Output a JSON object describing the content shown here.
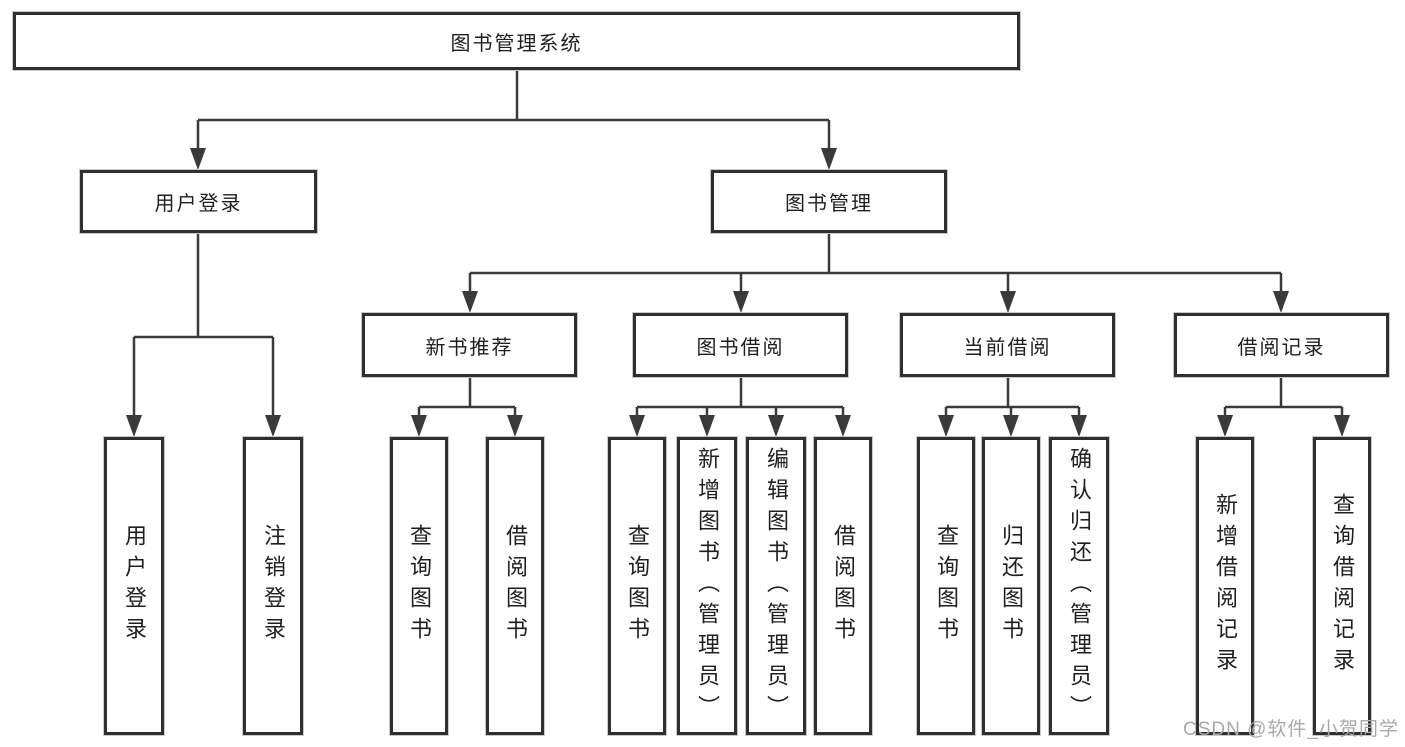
{
  "tree": {
    "root": "图书管理系统",
    "branches": [
      {
        "label": "用户登录",
        "children": [
          "用户登录",
          "注销登录"
        ]
      },
      {
        "label": "图书管理",
        "groups": [
          {
            "label": "新书推荐",
            "children": [
              "查询图书",
              "借阅图书"
            ]
          },
          {
            "label": "图书借阅",
            "children": [
              "查询图书",
              "新增图书（管理员）",
              "编辑图书（管理员）",
              "借阅图书"
            ]
          },
          {
            "label": "当前借阅",
            "children": [
              "查询图书",
              "归还图书",
              "确认归还（管理员）"
            ]
          },
          {
            "label": "借阅记录",
            "children": [
              "新增借阅记录",
              "查询借阅记录"
            ]
          }
        ]
      }
    ]
  },
  "watermark": {
    "text": "CSDN @软件_小贺同学"
  },
  "colors": {
    "line": "#3a3a3a",
    "border": "#2f2f2f",
    "text": "#1f1f1f",
    "watermark": "#a9a9a9",
    "bg": "#ffffff"
  }
}
